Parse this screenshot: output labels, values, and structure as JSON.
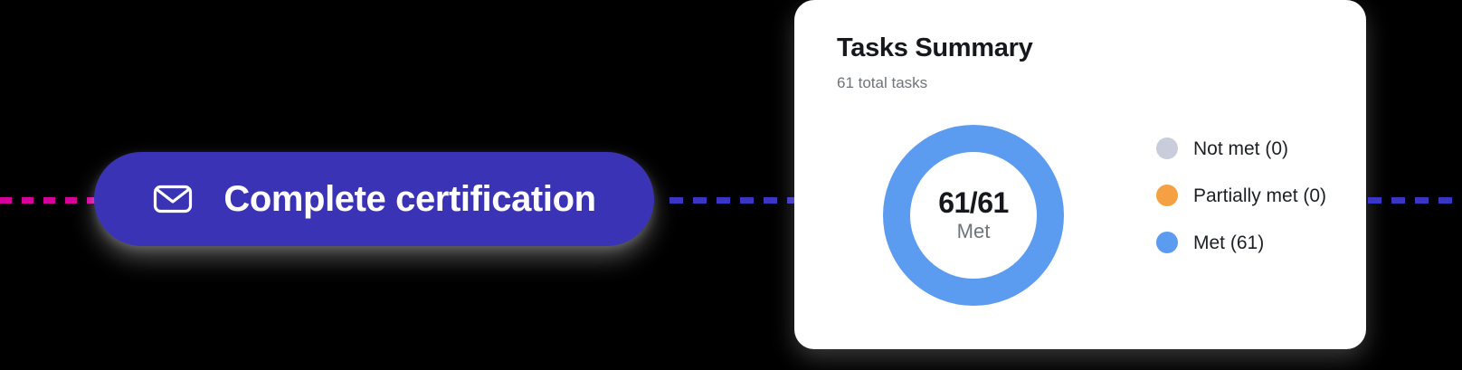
{
  "lines": {
    "left_color": "#d6009a",
    "mid_color": "#3b35c4",
    "right_color": "#3b35c4"
  },
  "cta": {
    "label": "Complete certification",
    "icon": "envelope-icon",
    "background": "#3b33b5",
    "text_color": "#ffffff"
  },
  "card": {
    "title": "Tasks Summary",
    "subtitle": "61 total tasks",
    "background": "#ffffff"
  },
  "donut": {
    "center_value": "61/61",
    "center_caption": "Met",
    "track_color": "#ffffff",
    "met_color": "#5b9bf0"
  },
  "legend": {
    "items": [
      {
        "label": "Not met (0)",
        "color": "#c9ccda"
      },
      {
        "label": "Partially met (0)",
        "color": "#f5a043"
      },
      {
        "label": "Met (61)",
        "color": "#5b9bf0"
      }
    ]
  },
  "chart_data": {
    "type": "pie",
    "title": "Tasks Summary",
    "subtitle": "61 total tasks",
    "total": 61,
    "categories": [
      "Not met",
      "Partially met",
      "Met"
    ],
    "values": [
      0,
      0,
      61
    ],
    "colors": [
      "#c9ccda",
      "#f5a043",
      "#5b9bf0"
    ],
    "legend": [
      "Not met (0)",
      "Partially met (0)",
      "Met (61)"
    ],
    "legend_position": "right",
    "center_label": "61/61",
    "center_sublabel": "Met",
    "donut": true,
    "grid": false
  }
}
